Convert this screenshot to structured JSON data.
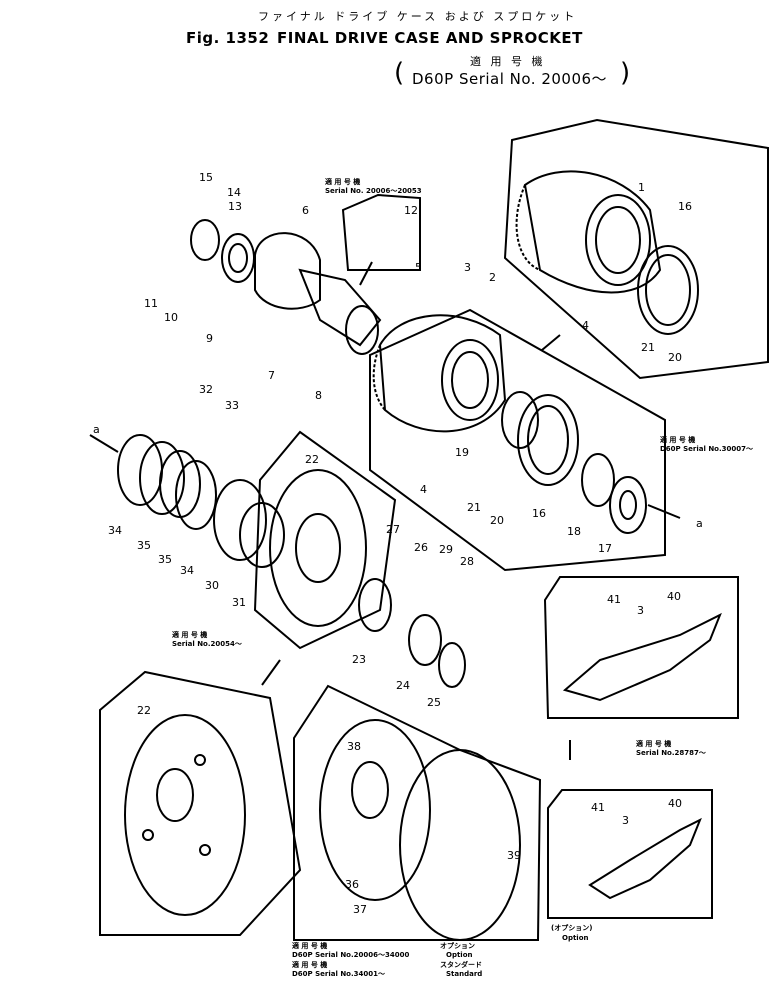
{
  "header": {
    "jp_title": "ファイナル ドライブ ケース および スプロケット",
    "fig_label": "Fig. 1352",
    "title": "FINAL DRIVE CASE AND SPROCKET",
    "applicable_jp": "適 用 号 機",
    "applicable_model": "D60P Serial No. 20006～"
  },
  "notes": {
    "serial_top_jp": "適 用 号 機",
    "serial_top": "Serial No. 20006～20053",
    "serial_right_jp": "適 用 号 機",
    "serial_right": "D60P Serial No.30007～",
    "serial_mid_jp": "適 用 号 機",
    "serial_mid": "Serial No.20054～",
    "serial_shoe_jp": "適 用 号 機",
    "serial_shoe": "Serial No.28787～",
    "option_jp": "(オプション)",
    "option": "Option",
    "bottom_jp": "適 用 号 機",
    "bottom_line1": "D60P Serial No.20006～34000",
    "bottom_line1_tag_jp": "オプション",
    "bottom_line1_tag": "Option",
    "bottom_line2_jp": "適 用 号 機",
    "bottom_line2": "D60P Serial No.34001～",
    "bottom_line2_tag_jp": "スタンダード",
    "bottom_line2_tag": "Standard"
  },
  "arrow_marks": {
    "left": "a",
    "right": "a"
  },
  "part_numbers": [
    "1",
    "2",
    "3",
    "4",
    "5",
    "6",
    "7",
    "8",
    "9",
    "10",
    "11",
    "12",
    "13",
    "14",
    "15",
    "16",
    "17",
    "18",
    "19",
    "20",
    "21",
    "22",
    "23",
    "24",
    "25",
    "26",
    "27",
    "28",
    "29",
    "30",
    "31",
    "32",
    "33",
    "34",
    "35",
    "36",
    "37",
    "38",
    "39",
    "40",
    "41"
  ]
}
